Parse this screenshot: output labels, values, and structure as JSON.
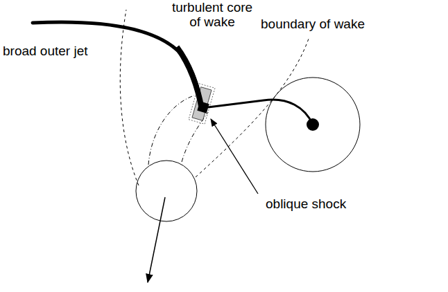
{
  "diagram": {
    "labels": [
      "turbulent core of wake",
      "boundary of wake",
      "broad outer jet",
      "oblique shock"
    ]
  }
}
